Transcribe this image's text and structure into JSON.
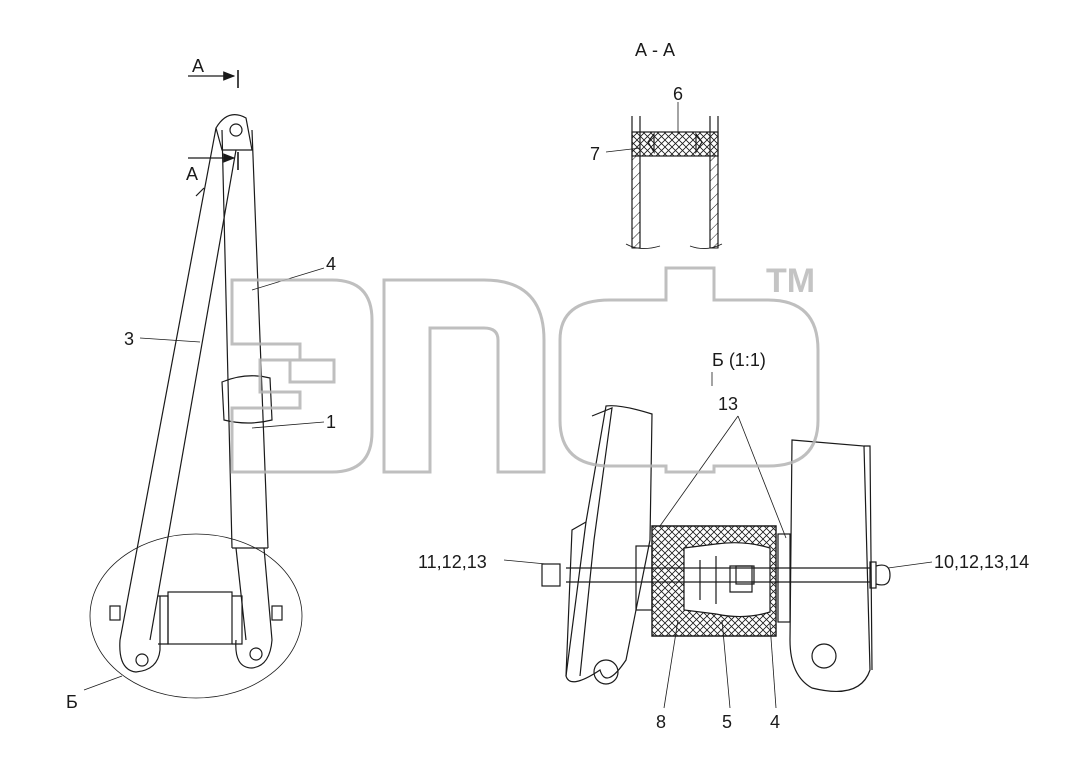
{
  "section_title": "А - А",
  "section_marker_top": "А",
  "section_marker_bottom": "А",
  "detail_title": "Б (1:1)",
  "detail_marker": "Б",
  "callouts": {
    "c1": "1",
    "c3": "3",
    "c4_main": "4",
    "c6": "6",
    "c7": "7",
    "c13_top": "13",
    "c_left_group": "11,12,13",
    "c_right_group": "10,12,13,14",
    "c8": "8",
    "c5": "5",
    "c4_detail": "4"
  },
  "watermark": {
    "trademark": "TM",
    "color": "#b4b4b4"
  }
}
